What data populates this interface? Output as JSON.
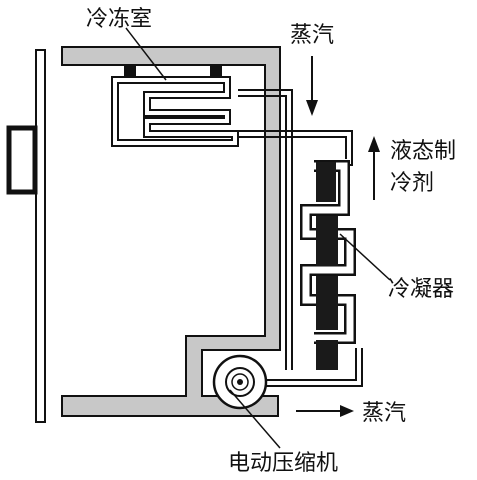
{
  "labels": {
    "freezer": "冷冻室",
    "steam_top": "蒸汽",
    "liquid_refrigerant_line1": "液态制",
    "liquid_refrigerant_line2": "冷剂",
    "condenser": "冷凝器",
    "steam_bottom": "蒸汽",
    "compressor": "电动压缩机"
  },
  "colors": {
    "wall_fill": "#c8c8c8",
    "line": "#111111",
    "condenser_fill": "#1a1a1a",
    "background": "#ffffff"
  }
}
